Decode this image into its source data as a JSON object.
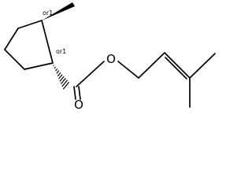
{
  "molecule": {
    "atoms": {
      "ester_oxygen": "O",
      "carbonyl_oxygen": "O"
    },
    "stereo_labels": {
      "c2": "or1",
      "c1": "or1"
    }
  }
}
